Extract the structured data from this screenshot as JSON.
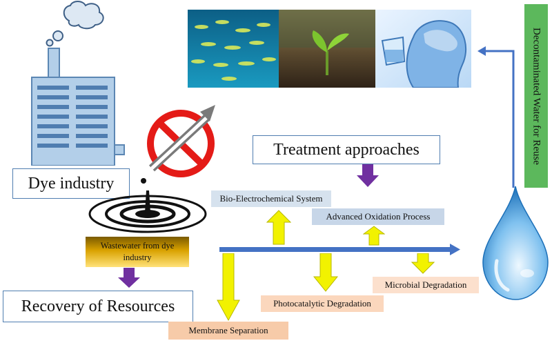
{
  "labels": {
    "dye_industry": "Dye industry",
    "wastewater": "Wastewater from dye industry",
    "recovery": "Recovery of Resources",
    "treatment": "Treatment approaches",
    "bio_electrochemical": "Bio-Electrochemical System",
    "advanced_oxidation": "Advanced Oxidation Process",
    "membrane_separation": "Membrane Separation",
    "photocatalytic": "Photocatalytic Degradation",
    "microbial": "Microbial Degradation",
    "decontaminated": "Decontaminated Water for Reuse"
  },
  "colors": {
    "factory": "#b3cfe9",
    "factory_stroke": "#5b86b3",
    "main_arrow": "#4472c4",
    "yellow_arrow": "#f2f200",
    "purple_arrow": "#7030a0",
    "green_label": "#5cb85c",
    "blue_label": "#d6e2ee",
    "orange_label": "#f7cba9",
    "no_sign": "#e41b17"
  },
  "icons": [
    "factory-icon",
    "smoke-cloud-icon",
    "water-splash-icon",
    "no-entry-icon",
    "water-drop-icon",
    "fish-photo",
    "plant-photo",
    "drinking-photo"
  ]
}
